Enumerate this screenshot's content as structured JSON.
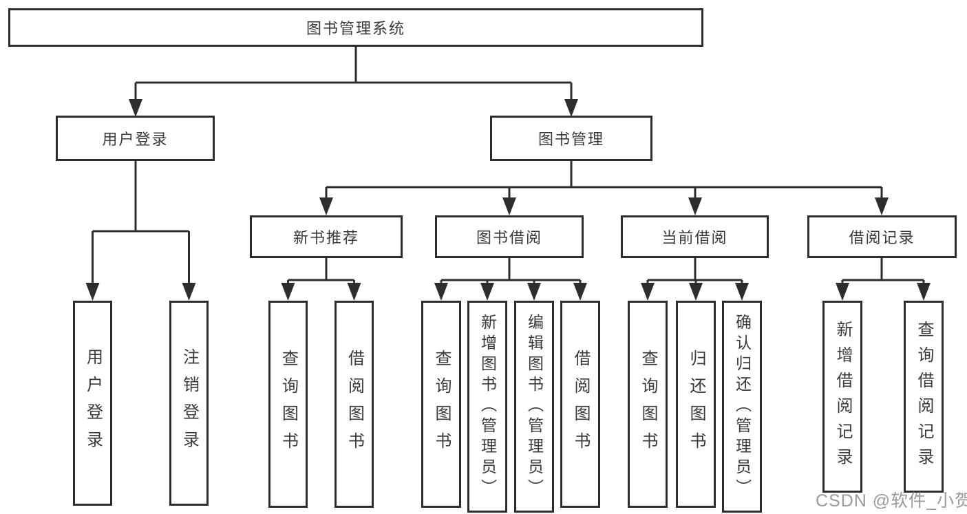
{
  "diagram": {
    "root": {
      "label": "图书管理系统"
    },
    "branches": [
      {
        "label": "用户登录",
        "children": [
          {
            "label": "用户登录"
          },
          {
            "label": "注销登录"
          }
        ]
      },
      {
        "label": "图书管理",
        "children": [
          {
            "label": "新书推荐",
            "children": [
              {
                "label": "查询图书"
              },
              {
                "label": "借阅图书"
              }
            ]
          },
          {
            "label": "图书借阅",
            "children": [
              {
                "label": "查询图书"
              },
              {
                "label": "新增图书（管理员）"
              },
              {
                "label": "编辑图书（管理员）"
              },
              {
                "label": "借阅图书"
              }
            ]
          },
          {
            "label": "当前借阅",
            "children": [
              {
                "label": "查询图书"
              },
              {
                "label": "归还图书"
              },
              {
                "label": "确认归还（管理员）"
              }
            ]
          },
          {
            "label": "借阅记录",
            "children": [
              {
                "label": "新增借阅记录"
              },
              {
                "label": "查询借阅记录"
              }
            ]
          }
        ]
      }
    ]
  },
  "watermark": {
    "text": "CSDN @软件_小贺同学"
  },
  "colors": {
    "line": "#2d2d2d",
    "text": "#3a3a3a",
    "box_background": "#ffffff",
    "watermark": "#9a9a9a",
    "background": "#ffffff"
  }
}
